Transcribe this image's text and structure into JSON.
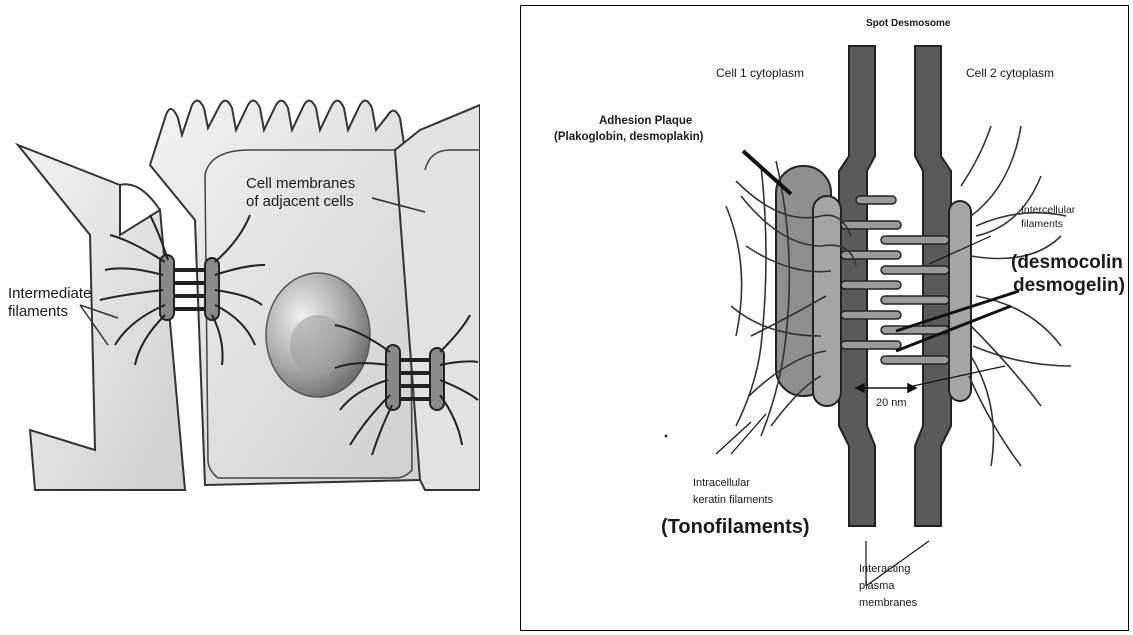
{
  "left_figure": {
    "intermediate_filaments": [
      "Intermediate",
      "filaments"
    ],
    "cell_membranes": [
      "Cell membranes",
      "of adjacent cells"
    ]
  },
  "right_figure": {
    "title": "Spot Desmosome",
    "cell1": "Cell 1 cytoplasm",
    "cell2": "Cell 2 cytoplasm",
    "adhesion_plaque": [
      "Adhesion Plaque",
      "(Plakoglobin, desmoplakin)"
    ],
    "intercellular_filaments": [
      "Intercellular",
      "filaments"
    ],
    "desmocolin": "(desmocolin",
    "desmogelin": "desmogelin)",
    "distance": "20 nm",
    "intracellular": [
      "Intracellular",
      "keratin filaments"
    ],
    "tonofilaments": "(Tonofilaments)",
    "interacting": [
      "Interacting",
      "plasma",
      "membranes"
    ]
  }
}
